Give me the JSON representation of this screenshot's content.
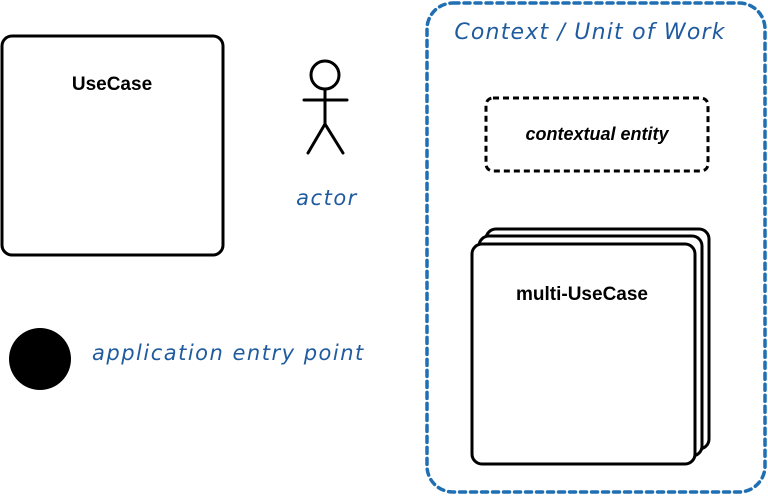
{
  "usecase": {
    "label": "UseCase"
  },
  "actor": {
    "label": "actor",
    "icon": "stick-figure-icon"
  },
  "entry_point": {
    "label": "application entry point",
    "icon": "filled-circle-icon"
  },
  "context": {
    "title": "Context / Unit of Work",
    "contextual_entity": {
      "label": "contextual entity"
    },
    "multi_usecase": {
      "label": "multi-UseCase"
    }
  },
  "colors": {
    "stroke": "#000000",
    "context_border": "#1f6fb2",
    "handwritten_text": "#1f5b9e"
  }
}
